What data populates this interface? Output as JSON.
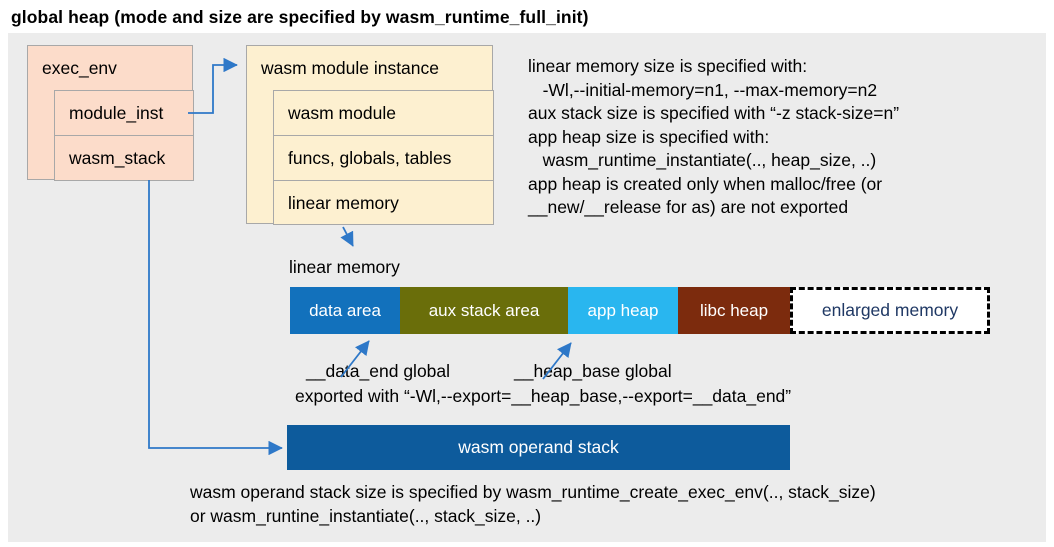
{
  "title": "global heap (mode and size are specified by wasm_runtime_full_init)",
  "colors": {
    "panel_bg": "#ececec",
    "struct_pink": "#fcdcca",
    "struct_cream": "#fdf0d0",
    "arrow_blue": "#2e78c8",
    "data_area": "#1271bc",
    "aux_stack_area": "#6a6e0a",
    "app_heap": "#29b6ef",
    "libc_heap": "#7c2b0d",
    "enlarged_memory_bg": "#ffffff",
    "enlarged_memory_text": "#1f3864",
    "operand_stack": "#0d5b9c"
  },
  "exec_env": {
    "label": "exec_env",
    "children": [
      "module_inst",
      "wasm_stack"
    ]
  },
  "module_instance": {
    "label": "wasm module instance",
    "children": [
      "wasm module",
      "funcs, globals, tables",
      "linear memory"
    ]
  },
  "notes_right": {
    "lines": [
      "linear memory size is specified with:",
      "   -Wl,--initial-memory=n1, --max-memory=n2",
      "aux stack size is specified with “-z stack-size=n”",
      "app heap size is specified with:",
      "   wasm_runtime_instantiate(.., heap_size, ..)",
      "app heap is created only when malloc/free (or",
      "__new/__release for as) are not exported"
    ]
  },
  "linear_memory": {
    "label": "linear memory",
    "segments": [
      {
        "label": "data area"
      },
      {
        "label": "aux stack area"
      },
      {
        "label": "app heap"
      },
      {
        "label": "libc heap"
      },
      {
        "label": "enlarged memory"
      }
    ]
  },
  "annotations": {
    "data_end": "__data_end global",
    "heap_base": "__heap_base global",
    "exported": "exported with “-Wl,--export=__heap_base,--export=__data_end”"
  },
  "operand_stack": {
    "label": "wasm operand stack",
    "notes": [
      "wasm operand stack size is specified by wasm_runtime_create_exec_env(.., stack_size)",
      "or wasm_runtine_instantiate(.., stack_size, ..)"
    ]
  }
}
